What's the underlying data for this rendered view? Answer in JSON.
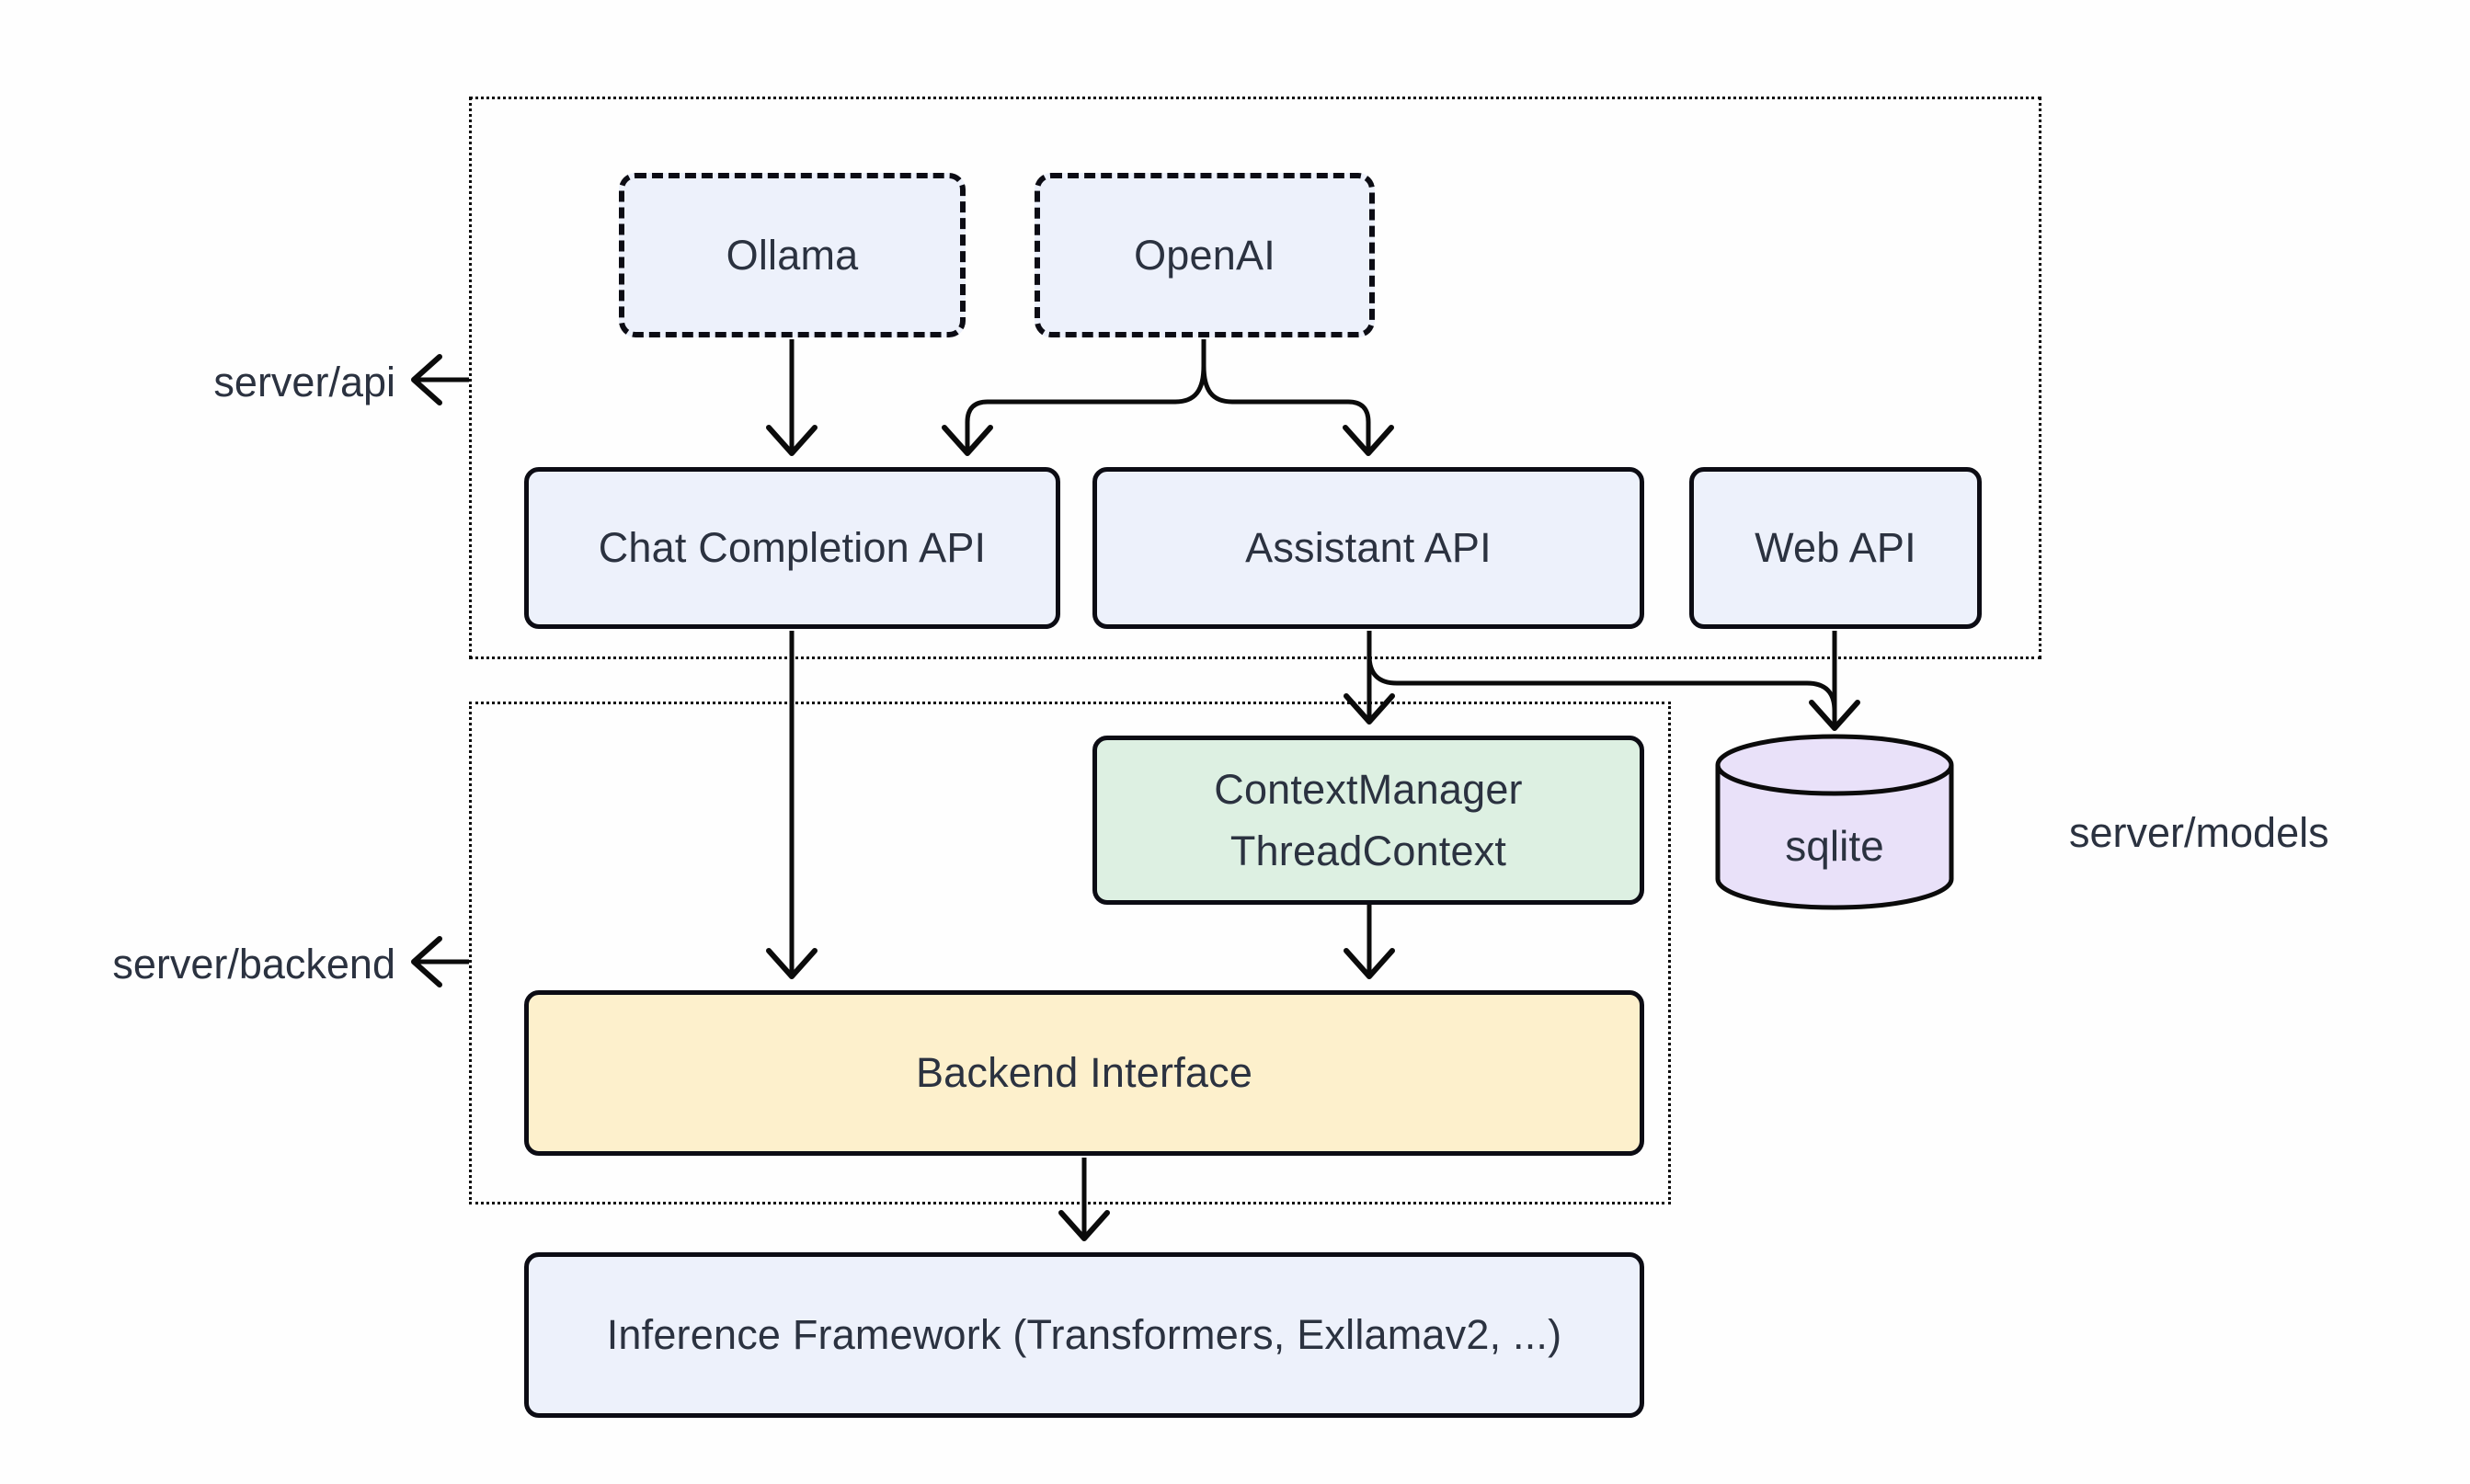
{
  "diagram": {
    "groups": {
      "api": {
        "label": "server/api"
      },
      "backend": {
        "label": "server/backend"
      },
      "models": {
        "label": "server/models"
      }
    },
    "nodes": {
      "ollama": {
        "label": "Ollama"
      },
      "openai": {
        "label": "OpenAI"
      },
      "chat_api": {
        "label": "Chat Completion API"
      },
      "assistant_api": {
        "label": "Assistant API"
      },
      "web_api": {
        "label": "Web API"
      },
      "context_manager": {
        "label_line1": "ContextManager",
        "label_line2": "ThreadContext"
      },
      "sqlite": {
        "label": "sqlite"
      },
      "backend_interface": {
        "label": "Backend Interface"
      },
      "inference_framework": {
        "label": "Inference Framework (Transformers, Exllamav2, ...)"
      }
    },
    "edges": [
      {
        "from": "Ollama",
        "to": "Chat Completion API"
      },
      {
        "from": "OpenAI",
        "to": "Chat Completion API"
      },
      {
        "from": "OpenAI",
        "to": "Assistant API"
      },
      {
        "from": "Chat Completion API",
        "to": "Backend Interface"
      },
      {
        "from": "Assistant API",
        "to": "ContextManager ThreadContext"
      },
      {
        "from": "Assistant API",
        "to": "sqlite"
      },
      {
        "from": "Web API",
        "to": "sqlite"
      },
      {
        "from": "ContextManager ThreadContext",
        "to": "Backend Interface"
      },
      {
        "from": "Backend Interface",
        "to": "Inference Framework (Transformers, Exllamav2, ...)"
      }
    ],
    "colors": {
      "node_blue": "#edf1fb",
      "node_green": "#ddf0e2",
      "node_yellow": "#fdf0cc",
      "node_purple": "#e9e1f9",
      "border": "#0c0c14",
      "text": "#2b3240",
      "background": "#fefefe"
    }
  }
}
